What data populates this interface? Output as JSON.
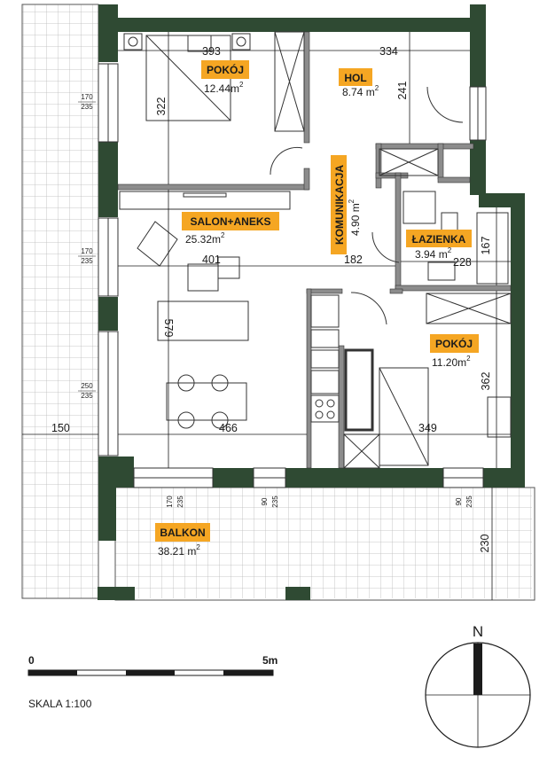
{
  "colors": {
    "wall": "#2f4a33",
    "label_bg": "#f5a623",
    "line": "#1b1b1b",
    "tile": "#b9b9b9",
    "stair": "#9a9a9a"
  },
  "rooms": {
    "pokoj1": {
      "name": "POKÓJ",
      "area": "12.44m",
      "area_sup": "2"
    },
    "hol": {
      "name": "HOL",
      "area": "8.74 m",
      "area_sup": "2"
    },
    "salon": {
      "name": "SALON+ANEKS",
      "area": "25.32m",
      "area_sup": "2"
    },
    "komunikacja": {
      "name": "KOMUNIKACJA",
      "area": "4.90 m",
      "area_sup": "2"
    },
    "lazienka": {
      "name": "ŁAZIENKA",
      "area": "3.94 m",
      "area_sup": "2"
    },
    "pokoj2": {
      "name": "POKÓJ",
      "area": "11.20m",
      "area_sup": "2"
    },
    "balkon": {
      "name": "BALKON",
      "area": "38.21 m",
      "area_sup": "2"
    }
  },
  "dimensions": {
    "d393": "393",
    "d334": "334",
    "d322": "322",
    "d241": "241",
    "d401": "401",
    "d182": "182",
    "d228": "228",
    "d167": "167",
    "d579": "579",
    "d362": "362",
    "d466": "466",
    "d349": "349",
    "d150": "150",
    "d230": "230"
  },
  "windows": {
    "w1": {
      "width": "170",
      "height": "235"
    },
    "w2": {
      "width": "170",
      "height": "235"
    },
    "w3": {
      "width": "250",
      "height": "235"
    },
    "w4": {
      "width": "170",
      "height": "235"
    },
    "w5": {
      "width": "90",
      "height": "235"
    },
    "w6": {
      "width": "90",
      "height": "235"
    }
  },
  "scale": {
    "start": "0",
    "end": "5m",
    "label": "SKALA 1:100"
  },
  "compass": {
    "letter": "N"
  }
}
